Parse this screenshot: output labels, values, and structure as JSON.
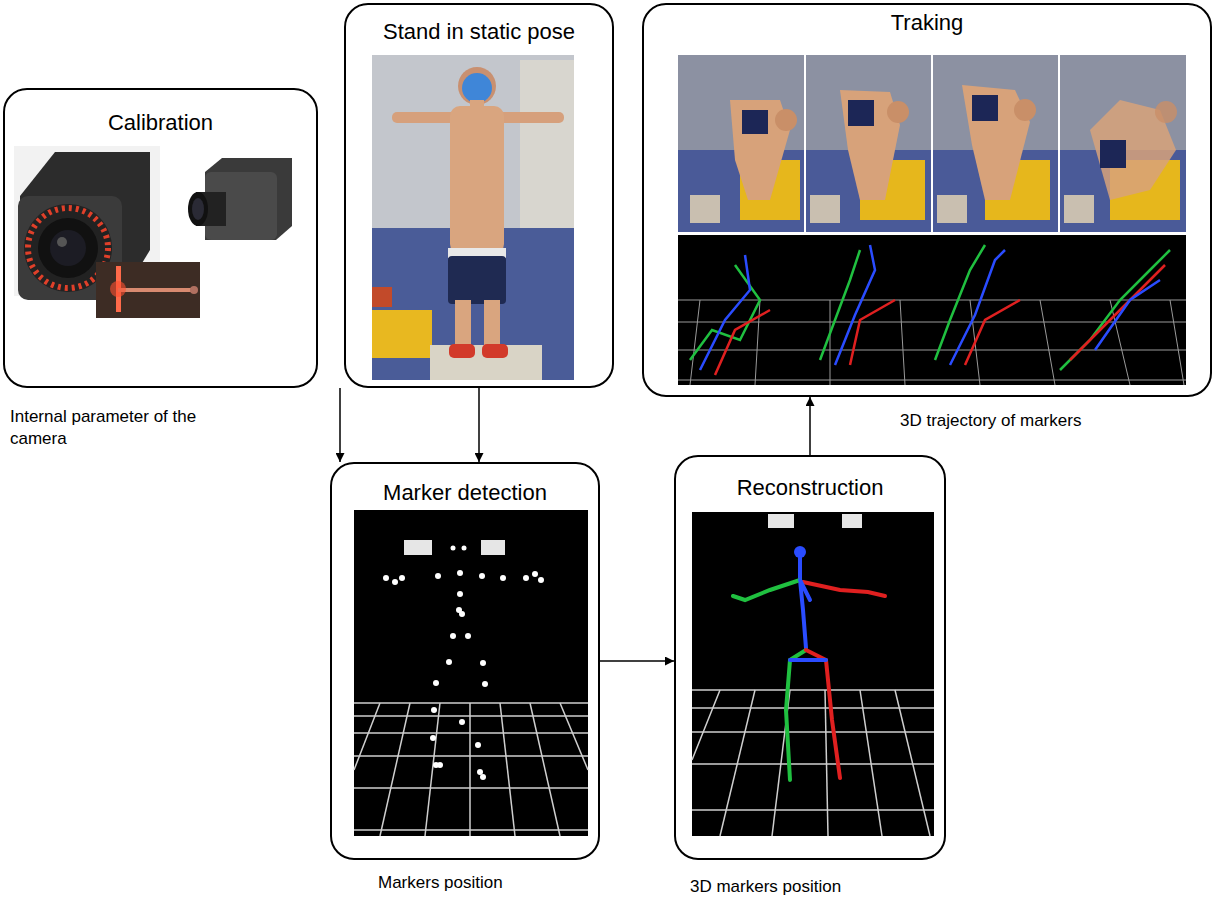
{
  "diagram": {
    "nodes": [
      {
        "text": [
          "Calibration"
        ]
      },
      {
        "text": [
          "Stand in static pose"
        ]
      },
      {
        "text": [
          "Traking"
        ]
      },
      {
        "text": [
          "Marker detection"
        ]
      },
      {
        "text": [
          "Reconstruction"
        ]
      }
    ],
    "edges": [
      {
        "from": 0,
        "to": 3,
        "arrow": "to"
      },
      {
        "from": 1,
        "to": 3,
        "arrow": "to"
      },
      {
        "from": 3,
        "to": 4,
        "arrow": "to"
      },
      {
        "from": 4,
        "to": 2,
        "arrow": "to"
      }
    ],
    "labels": [
      "Internal parameter of the camera",
      "Markers position",
      "3D markers position",
      "3D trajectory of markers"
    ]
  }
}
